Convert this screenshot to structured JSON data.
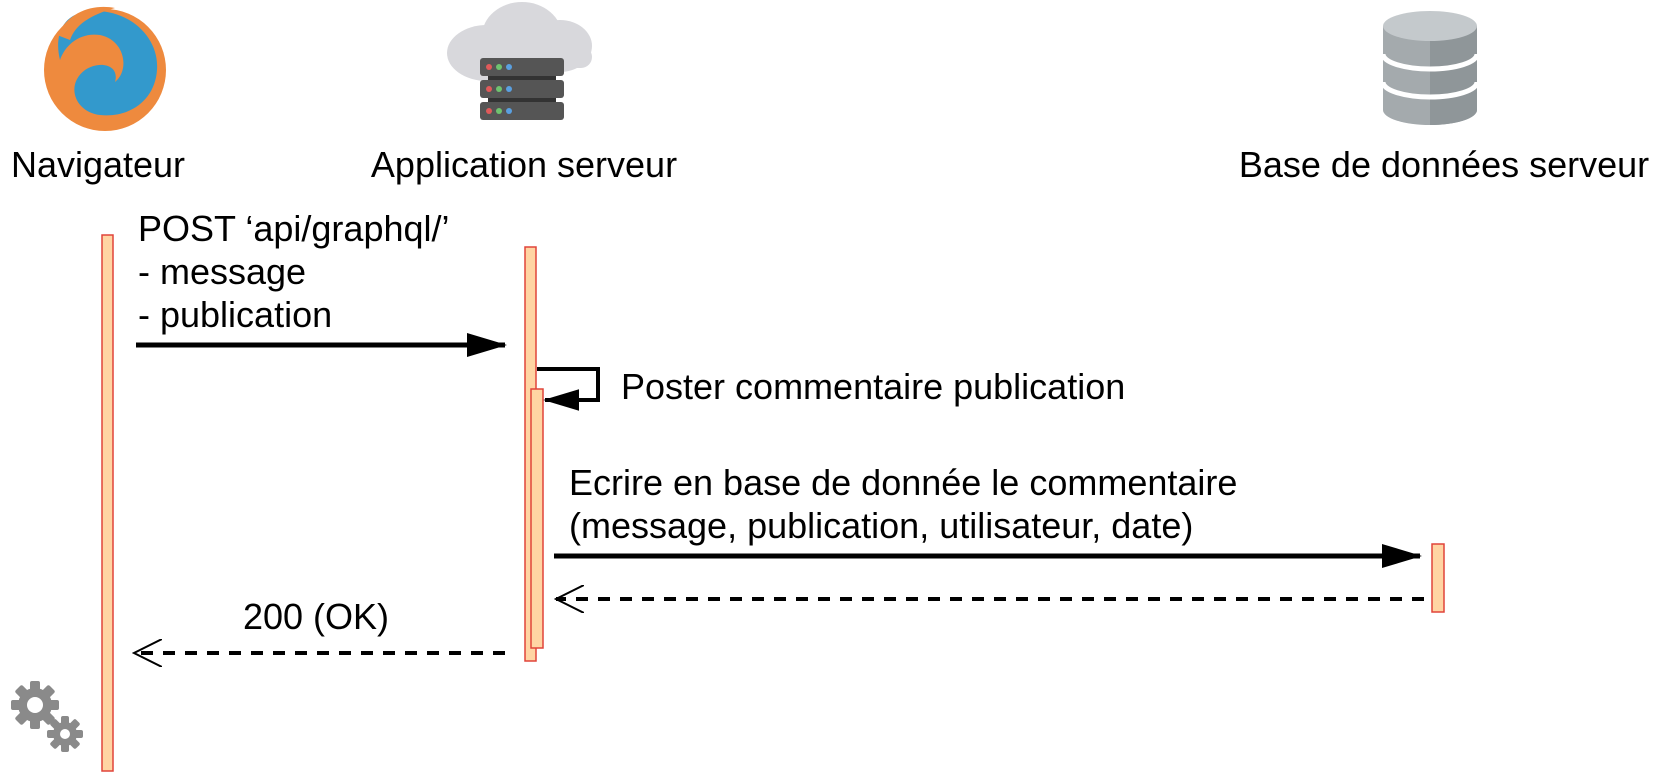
{
  "participants": [
    {
      "id": "browser",
      "label": "Navigateur",
      "icon": "firefox-icon"
    },
    {
      "id": "server",
      "label": "Application serveur",
      "icon": "cloud-server-icon"
    },
    {
      "id": "database",
      "label": "Base de données serveur",
      "icon": "database-icon"
    }
  ],
  "messages": [
    {
      "id": "post-request",
      "from": "browser",
      "to": "server",
      "style": "solid",
      "lines": [
        "POST ‘api/graphql/’",
        "- message",
        "- publication"
      ]
    },
    {
      "id": "self-call",
      "from": "server",
      "to": "server",
      "style": "solid",
      "lines": [
        "Poster commentaire publication"
      ]
    },
    {
      "id": "db-write",
      "from": "server",
      "to": "database",
      "style": "solid",
      "lines": [
        "Ecrire en base de donnée le commentaire",
        "(message, publication, utilisateur, date)"
      ]
    },
    {
      "id": "db-return",
      "from": "database",
      "to": "server",
      "style": "dashed",
      "lines": []
    },
    {
      "id": "http-response",
      "from": "server",
      "to": "browser",
      "style": "dashed",
      "lines": [
        "200 (OK)"
      ]
    }
  ],
  "footer_icon": "gears-icon",
  "colors": {
    "activation_fill": "#ffd4a3",
    "activation_stroke": "#e0443a",
    "arrow": "#000000",
    "firefox_orange": "#ee8a3e",
    "firefox_blue": "#3399cc",
    "server_gray": "#555555",
    "cloud_gray": "#d8d8dc",
    "db_gray": "#a4aaad",
    "gear_gray": "#8a8a8a"
  }
}
